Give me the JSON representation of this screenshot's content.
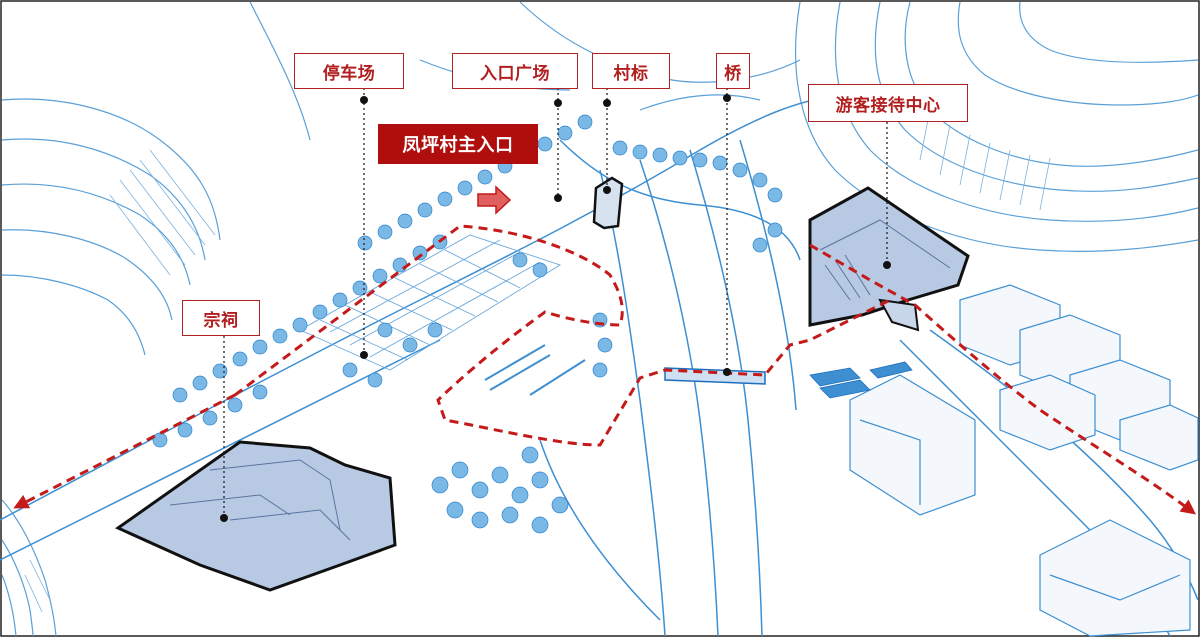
{
  "labels": {
    "parking": "停车场",
    "entrance_plaza": "入口广场",
    "village_sign": "村标",
    "bridge": "桥",
    "visitor_center": "游客接待中心",
    "main_entrance": "凤坪村主入口",
    "ancestral_hall": "宗祠"
  },
  "colors": {
    "line_art": "#3d8fd1",
    "building_fill": "#b8c9e3",
    "route": "#c41a1a",
    "label_border": "#b32222",
    "label_text": "#b21f1f",
    "main_label_bg": "#b00d0d"
  },
  "icons": {
    "entrance_arrow": "right-arrow-icon",
    "route_end": "arrowhead-icon"
  }
}
